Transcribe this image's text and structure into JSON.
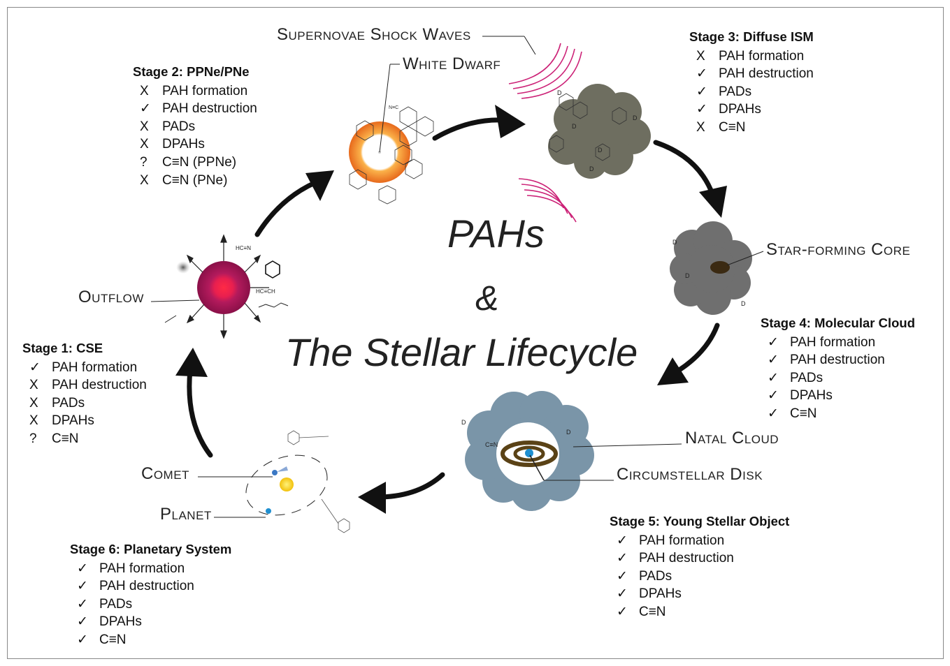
{
  "title": {
    "line1": "PAHs",
    "line2": "&",
    "line3": "The Stellar Lifecycle"
  },
  "labels": {
    "supernovae": "Supernovae Shock Waves",
    "white_dwarf": "White Dwarf",
    "star_forming_core": "Star-forming Core",
    "outflow": "Outflow",
    "natal_cloud": "Natal Cloud",
    "circumstellar_disk": "Circumstellar Disk",
    "comet": "Comet",
    "planet": "Planet"
  },
  "molecule_labels": {
    "hcn": "HC≡N",
    "hcch": "HC≡CH",
    "nc": "N≡C",
    "cn": "C≡N",
    "d": "D"
  },
  "stages": [
    {
      "title": "Stage 1: CSE",
      "rows": [
        {
          "mark": "✓",
          "text": "PAH formation"
        },
        {
          "mark": "X",
          "text": "PAH destruction"
        },
        {
          "mark": "X",
          "text": "PADs"
        },
        {
          "mark": "X",
          "text": "DPAHs"
        },
        {
          "mark": "?",
          "text": "C≡N"
        }
      ]
    },
    {
      "title": "Stage 2: PPNe/PNe",
      "rows": [
        {
          "mark": "X",
          "text": "PAH formation"
        },
        {
          "mark": "✓",
          "text": "PAH destruction"
        },
        {
          "mark": "X",
          "text": "PADs"
        },
        {
          "mark": "X",
          "text": "DPAHs"
        },
        {
          "mark": "?",
          "text": "C≡N (PPNe)"
        },
        {
          "mark": "X",
          "text": "C≡N (PNe)"
        }
      ]
    },
    {
      "title": "Stage 3: Diffuse ISM",
      "rows": [
        {
          "mark": "X",
          "text": "PAH formation"
        },
        {
          "mark": "✓",
          "text": "PAH destruction"
        },
        {
          "mark": "✓",
          "text": "PADs"
        },
        {
          "mark": "✓",
          "text": "DPAHs"
        },
        {
          "mark": "X",
          "text": "C≡N"
        }
      ]
    },
    {
      "title": "Stage 4: Molecular Cloud",
      "rows": [
        {
          "mark": "✓",
          "text": "PAH formation"
        },
        {
          "mark": "✓",
          "text": "PAH destruction"
        },
        {
          "mark": "✓",
          "text": "PADs"
        },
        {
          "mark": "✓",
          "text": "DPAHs"
        },
        {
          "mark": "✓",
          "text": "C≡N"
        }
      ]
    },
    {
      "title": "Stage 5: Young Stellar Object",
      "rows": [
        {
          "mark": "✓",
          "text": "PAH formation"
        },
        {
          "mark": "✓",
          "text": "PAH destruction"
        },
        {
          "mark": "✓",
          "text": "PADs"
        },
        {
          "mark": "✓",
          "text": "DPAHs"
        },
        {
          "mark": "✓",
          "text": "C≡N"
        }
      ]
    },
    {
      "title": "Stage 6: Planetary System",
      "rows": [
        {
          "mark": "✓",
          "text": "PAH formation"
        },
        {
          "mark": "✓",
          "text": "PAH destruction"
        },
        {
          "mark": "✓",
          "text": "PADs"
        },
        {
          "mark": "✓",
          "text": "DPAHs"
        },
        {
          "mark": "✓",
          "text": "C≡N"
        }
      ]
    }
  ],
  "colors": {
    "shock_waves": "#cc2277",
    "white_dwarf_ring": "#f08a24",
    "diffuse_cloud": "#6e6e60",
    "molecular_cloud": "#6f6f6f",
    "natal_cloud": "#7a95a8",
    "disk": "#5a4216",
    "outflow_star": "#a8155e",
    "sun": "#f5cc1a",
    "planet": "#1f8fd0",
    "arrow": "#111111"
  }
}
